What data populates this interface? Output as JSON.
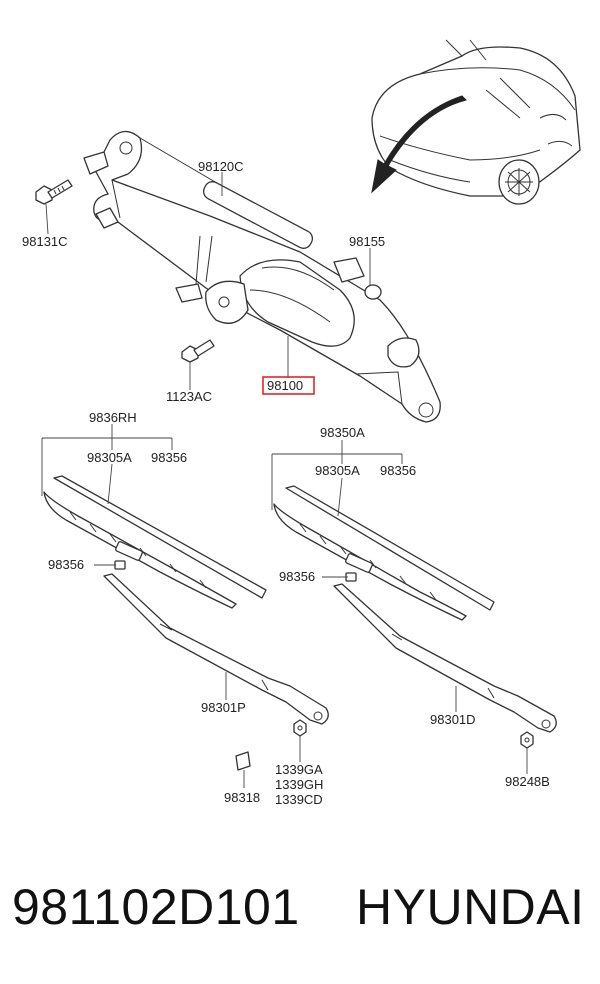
{
  "labels": {
    "frame": "98120C",
    "bolt_left": "98131C",
    "cap_motor": "98155",
    "motor": "98100",
    "screw": "1123AC",
    "blade_rh_assy": "9836RH",
    "refill_rh": "98305A",
    "clip_rh_top": "98356",
    "clip_rh_side": "98356",
    "arm_rh": "98301P",
    "cap_arm": "98318",
    "nut_codes": [
      "1339GA",
      "1339GH",
      "1339CD"
    ],
    "blade_lh_assy": "98350A",
    "refill_lh": "98305A",
    "clip_lh_top": "98356",
    "clip_lh_side": "98356",
    "arm_lh": "98301D",
    "nut_lh": "98248B"
  },
  "highlight_color": "#e0262b",
  "footer": {
    "part_number": "981102D101",
    "brand": "HYUNDAI"
  }
}
